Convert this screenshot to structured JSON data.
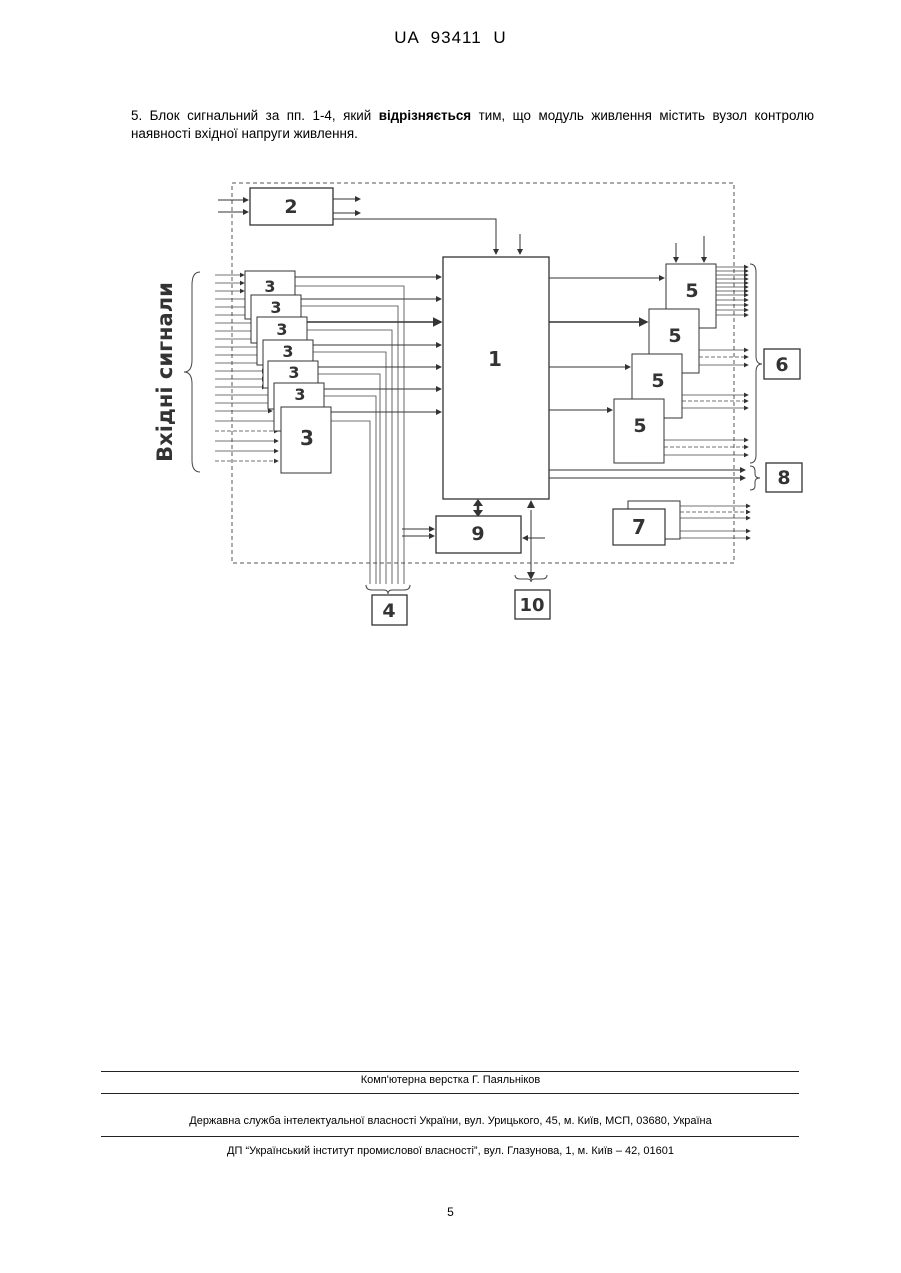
{
  "header": {
    "doc_id": "UA   93411   U"
  },
  "claim": {
    "before": "5. Блок сигнальний за пп. 1-4, який ",
    "bold": "відрізняється",
    "after": " тим, що модуль живлення містить вузол контролю наявності вхідної напруги живлення."
  },
  "diagram": {
    "side_label": "Вхідні сигнали",
    "blocks": {
      "b1": "1",
      "b2": "2",
      "b3": "3",
      "b4": "4",
      "b5": "5",
      "b6": "6",
      "b7": "7",
      "b8": "8",
      "b9": "9",
      "b10": "10"
    }
  },
  "footer": {
    "layout": "Комп'ютерна верстка Г. Паяльніков",
    "agency": "Державна служба інтелектуальної власності України, вул. Урицького, 45, м. Київ, МСП, 03680, Україна",
    "institute": "ДП “Український інститут промислової власності”, вул. Глазунова, 1, м. Київ – 42, 01601"
  },
  "page_number": "5"
}
